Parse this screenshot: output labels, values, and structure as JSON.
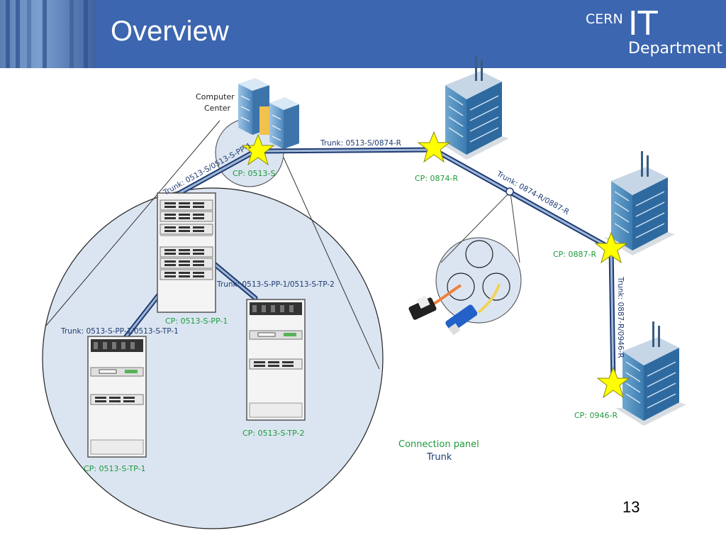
{
  "slide": {
    "title": "Overview",
    "logo": {
      "cern": "CERN",
      "it": "IT",
      "department": "Department"
    },
    "page_number": "13"
  },
  "diagram": {
    "computer_center": [
      "Computer",
      "Center"
    ],
    "trunks": {
      "main": "Trunk: 0513-S/0874-R",
      "second": "Trunk: 0874-R/0887-R",
      "third": "Trunk: 0887-R/0946-R",
      "to_pp": "Trunk: 0513-S/0513-S-PP-1",
      "pp_tp1": "Trunk: 0513-S-PP-1/0513-S-TP-1",
      "pp_tp2": "Trunk: 0513-S-PP-1/0513-S-TP-2"
    },
    "connection_points": {
      "cp_0513s": "CP: 0513-S",
      "cp_0874r": "CP: 0874-R",
      "cp_0887r": "CP: 0887-R",
      "cp_0946r": "CP: 0946-R",
      "cp_pp1": "CP: 0513-S-PP-1",
      "cp_tp1": "CP: 0513-S-TP-1",
      "cp_tp2": "CP: 0513-S-TP-2"
    },
    "legend": [
      "Connection panel",
      "Trunk"
    ]
  },
  "colors": {
    "header_blue": "#3c66b0",
    "cp_green": "#1f9a3c",
    "trunk_blue": "#1f3b73",
    "zoom_fill": "#dbe5f1",
    "star_yellow": "#ffff00"
  }
}
